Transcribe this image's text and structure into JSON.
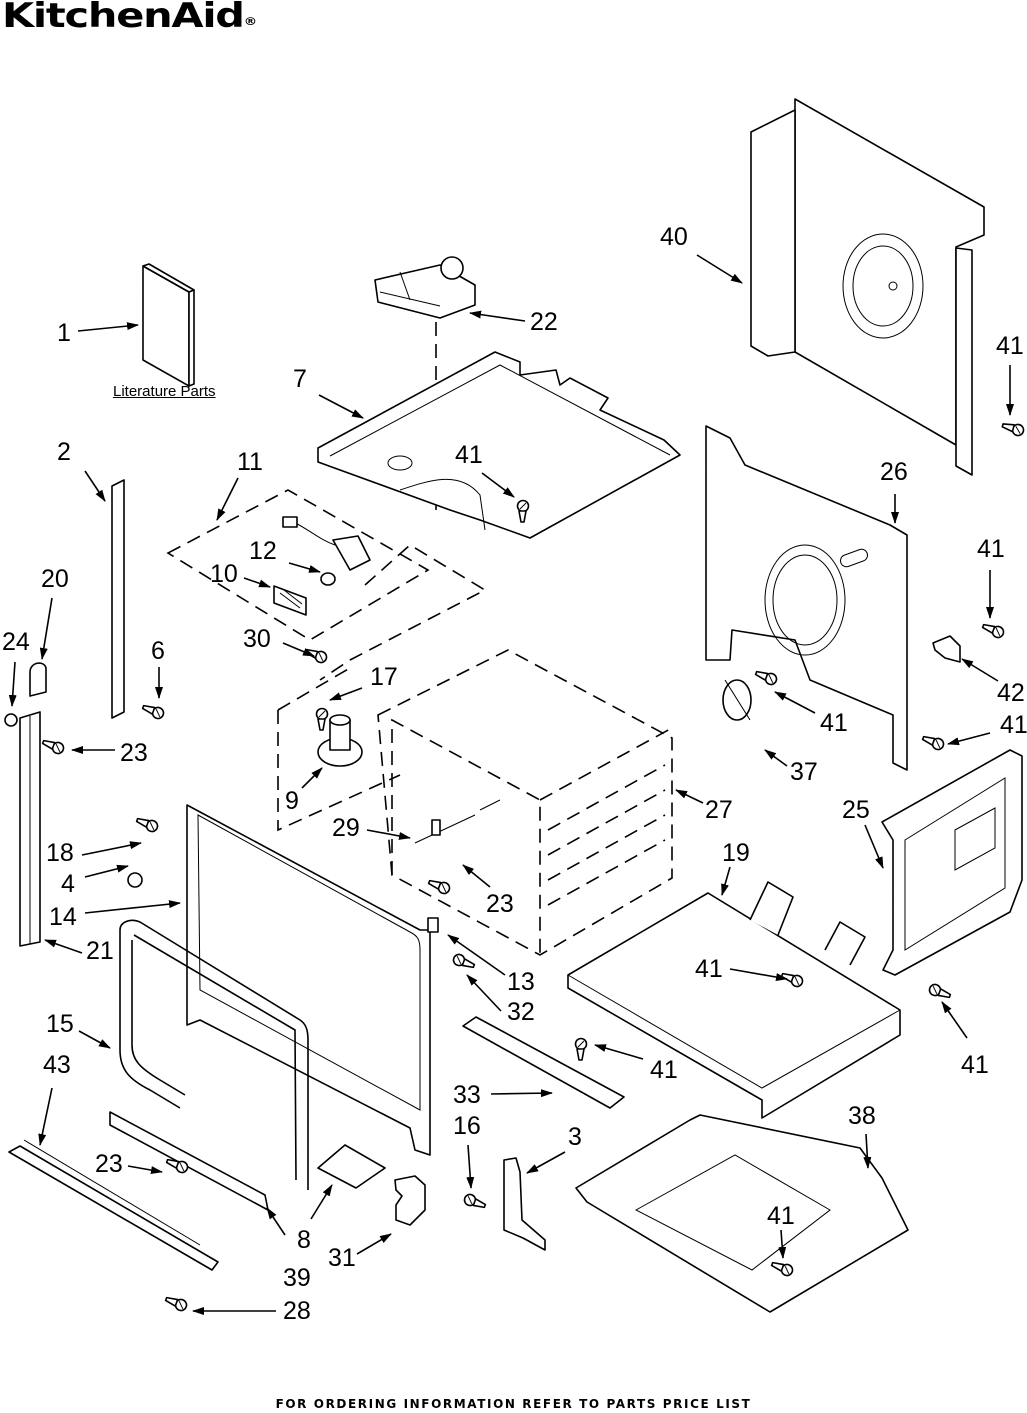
{
  "header": {
    "brand": "KitchenAid",
    "trademark": "®"
  },
  "literature_label": "Literature Parts",
  "footer": "FOR ORDERING INFORMATION REFER TO PARTS PRICE LIST",
  "callouts": [
    {
      "id": "c1",
      "label": "1"
    },
    {
      "id": "c2",
      "label": "2"
    },
    {
      "id": "c3",
      "label": "3"
    },
    {
      "id": "c4",
      "label": "4"
    },
    {
      "id": "c6",
      "label": "6"
    },
    {
      "id": "c7",
      "label": "7"
    },
    {
      "id": "c8",
      "label": "8"
    },
    {
      "id": "c9",
      "label": "9"
    },
    {
      "id": "c10",
      "label": "10"
    },
    {
      "id": "c11",
      "label": "11"
    },
    {
      "id": "c12",
      "label": "12"
    },
    {
      "id": "c13",
      "label": "13"
    },
    {
      "id": "c14",
      "label": "14"
    },
    {
      "id": "c15",
      "label": "15"
    },
    {
      "id": "c16",
      "label": "16"
    },
    {
      "id": "c17",
      "label": "17"
    },
    {
      "id": "c18",
      "label": "18"
    },
    {
      "id": "c19",
      "label": "19"
    },
    {
      "id": "c20",
      "label": "20"
    },
    {
      "id": "c21",
      "label": "21"
    },
    {
      "id": "c22",
      "label": "22"
    },
    {
      "id": "c23a",
      "label": "23"
    },
    {
      "id": "c23b",
      "label": "23"
    },
    {
      "id": "c23c",
      "label": "23"
    },
    {
      "id": "c24",
      "label": "24"
    },
    {
      "id": "c25",
      "label": "25"
    },
    {
      "id": "c26",
      "label": "26"
    },
    {
      "id": "c27",
      "label": "27"
    },
    {
      "id": "c28",
      "label": "28"
    },
    {
      "id": "c29",
      "label": "29"
    },
    {
      "id": "c30",
      "label": "30"
    },
    {
      "id": "c31",
      "label": "31"
    },
    {
      "id": "c32",
      "label": "32"
    },
    {
      "id": "c33",
      "label": "33"
    },
    {
      "id": "c37",
      "label": "37"
    },
    {
      "id": "c38",
      "label": "38"
    },
    {
      "id": "c39",
      "label": "39"
    },
    {
      "id": "c40",
      "label": "40"
    },
    {
      "id": "c41a",
      "label": "41"
    },
    {
      "id": "c41b",
      "label": "41"
    },
    {
      "id": "c41c",
      "label": "41"
    },
    {
      "id": "c41d",
      "label": "41"
    },
    {
      "id": "c41e",
      "label": "41"
    },
    {
      "id": "c41f",
      "label": "41"
    },
    {
      "id": "c41g",
      "label": "41"
    },
    {
      "id": "c41h",
      "label": "41"
    },
    {
      "id": "c41i",
      "label": "41"
    },
    {
      "id": "c42",
      "label": "42"
    },
    {
      "id": "c43",
      "label": "43"
    }
  ]
}
